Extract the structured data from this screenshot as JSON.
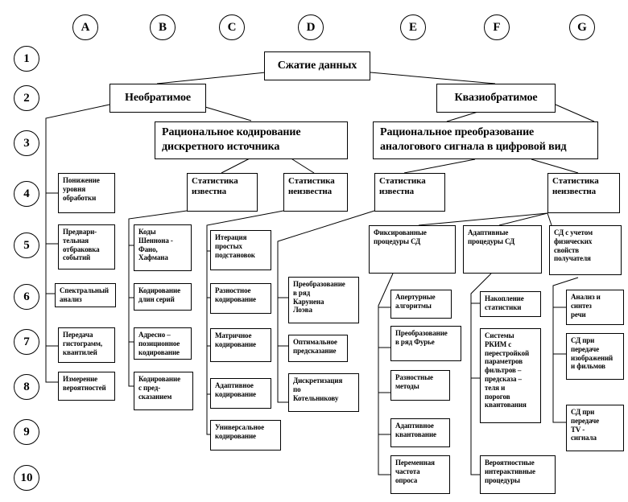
{
  "columns": [
    "A",
    "B",
    "C",
    "D",
    "E",
    "F",
    "G"
  ],
  "rows": [
    "1",
    "2",
    "3",
    "4",
    "5",
    "6",
    "7",
    "8",
    "9",
    "10"
  ],
  "nodes": {
    "root": "Сжатие данных",
    "irreversible": "Необратимое",
    "quasi": "Квазиобратимое",
    "rational_coding": "Рациональное кодирование\nдискретного источника",
    "rational_transform": "Рациональное преобразование\nаналогового сигнала в цифровой вид",
    "d_stat_known": "Статистика\nизвестна",
    "d_stat_unknown": "Статистика\nнеизвестна",
    "a_stat_known": "Статистика\nизвестна",
    "a_stat_unknown": "Статистика\nнеизвестна",
    "a_lower_level": "Понижение\nуровня\nобработки",
    "a_preliminary": "Предвари-\nтельная\nотбраковка\nсобытий",
    "a_spectral": "Спектральный\nанализ",
    "a_histogram": "Передача\nгистограмм,\nквантилей",
    "a_probability": "Измерение\nвероятностей",
    "b_shannon": "Коды\nШеннона -\nФано,\nХафмана",
    "b_series": "Кодирование\nдлин серий",
    "b_address": "Адресно –\nпозиционное\nкодирование",
    "b_predict": "Кодирование\nс пред-\nсказанием",
    "c_iteration": "Итерация\nпростых\nподстановок",
    "c_difference": "Разностное\nкодирование",
    "c_matrix": "Матричное\nкодирование",
    "c_adaptive": "Адаптивное\nкодирование",
    "c_universal": "Универсальное\nкодирование",
    "d_karhunen": "Преобразование\nв ряд\nКарунена\nЛоэва",
    "d_optimal": "Оптимальное\nпредсказание",
    "d_kotelnikov": "Дискретизация\nпо\nКотельникову",
    "e_fixed": "Фиксированные\nпроцедуры СД",
    "e_aperture": "Апертурные\nалгоритмы",
    "e_fourier": "Преобразование\nв ряд Фурье",
    "e_difference": "Разностные\nметоды",
    "e_adaptive_q": "Адаптивное\nквантование",
    "e_variable_rate": "Переменная\nчастота\nопроса",
    "f_adaptive": "Адаптивные\nпроцедуры СД",
    "f_accum": "Накопление\nстатистики",
    "f_systems": "Системы\nРКИМ с\nперестройкой\nпараметров\nфильтров –\nпредсказа –\nтеля и\nпорогов\nквантования",
    "f_probabilistic": "Вероятностные\nинтерактивные\nпроцедуры",
    "g_physical": "СД с учетом\nфизических\nсвойств\nполучателя",
    "g_speech": "Анализ и\nсинтез\nречи",
    "g_images": "СД при\nпередаче\nизображений\nи фильмов",
    "g_tv": "СД при\nпередаче\nTV -\nсигнала"
  }
}
